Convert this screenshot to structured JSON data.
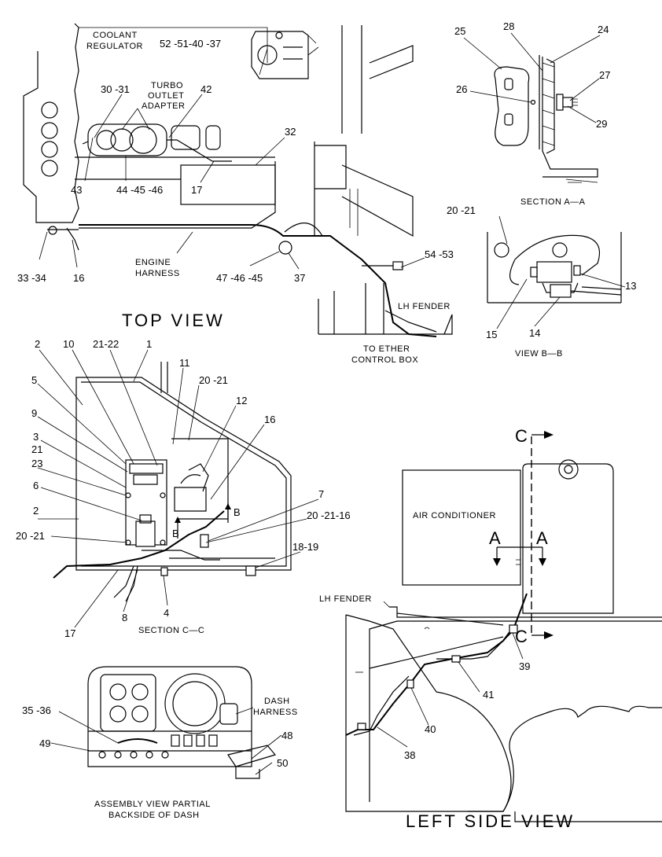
{
  "views": {
    "top": {
      "title": "TOP VIEW",
      "labels": {
        "coolant": [
          "COOLANT",
          "REGULATOR"
        ],
        "turbo": [
          "TURBO",
          "OUTLET",
          "ADAPTER"
        ],
        "engine": [
          "ENGINE",
          "HARNESS"
        ],
        "fender": "LH FENDER",
        "ether": [
          "TO ETHER",
          "CONTROL BOX"
        ]
      },
      "callouts": [
        "52 -51-40 -37",
        "30 -31",
        "42",
        "32",
        "43",
        "44 -45 -46",
        "17",
        "33 -34",
        "16",
        "47 -46 -45",
        "37",
        "54 -53"
      ]
    },
    "section_aa": {
      "title": "SECTION A—A",
      "callouts": [
        "25",
        "28",
        "24",
        "26",
        "27",
        "29"
      ]
    },
    "view_bb": {
      "title": "VIEW B—B",
      "callouts": [
        "20 -21",
        "13",
        "15",
        "14"
      ]
    },
    "section_cc": {
      "title": "SECTION C—C",
      "markers": [
        "B",
        "B"
      ],
      "callouts": [
        "2",
        "10",
        "21-22",
        "1",
        "11",
        "20 -21",
        "5",
        "12",
        "9",
        "16",
        "3",
        "21",
        "23",
        "6",
        "7",
        "2",
        "20 -21-16",
        "20 -21",
        "18-19",
        "17",
        "8",
        "4"
      ]
    },
    "assembly": {
      "title": [
        "ASSEMBLY VIEW PARTIAL",
        "BACKSIDE OF DASH"
      ],
      "labels": [
        "DASH",
        "HARNESS"
      ],
      "callouts": [
        "35 -36",
        "49",
        "48",
        "50"
      ]
    },
    "left_side": {
      "title": "LEFT SIDE VIEW",
      "labels": {
        "ac": "AIR CONDITIONER",
        "fender": "LH FENDER"
      },
      "section_marks": [
        "C",
        "C",
        "A",
        "A"
      ],
      "callouts": [
        "39",
        "41",
        "40",
        "38"
      ]
    }
  }
}
